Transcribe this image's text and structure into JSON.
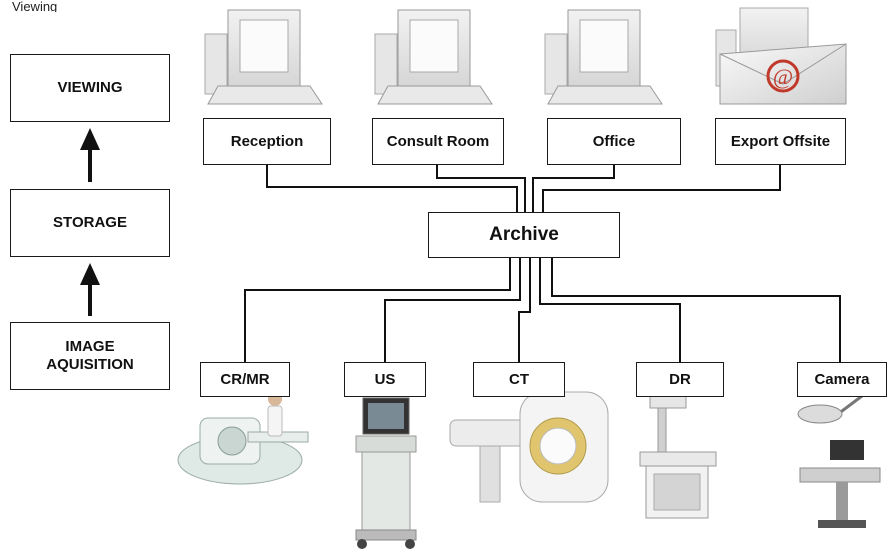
{
  "top_fragment": "Viewing",
  "workflow_stages": [
    {
      "key": "viewing",
      "label": "VIEWING"
    },
    {
      "key": "storage",
      "label": "STORAGE"
    },
    {
      "key": "acquisition",
      "label": "IMAGE\nAQUISITION"
    }
  ],
  "viewing_nodes": [
    {
      "key": "reception",
      "label": "Reception",
      "icon": "computer-icon"
    },
    {
      "key": "consult",
      "label": "Consult Room",
      "icon": "computer-icon"
    },
    {
      "key": "office",
      "label": "Office",
      "icon": "computer-icon"
    },
    {
      "key": "export",
      "label": "Export Offsite",
      "icon": "email-envelope-icon"
    }
  ],
  "archive": {
    "label": "Archive"
  },
  "modalities": [
    {
      "key": "crmr",
      "label": "CR/MR",
      "icon": "mri-scanner-icon"
    },
    {
      "key": "us",
      "label": "US",
      "icon": "ultrasound-cart-icon"
    },
    {
      "key": "ct",
      "label": "CT",
      "icon": "ct-scanner-icon"
    },
    {
      "key": "dr",
      "label": "DR",
      "icon": "digital-radiography-icon"
    },
    {
      "key": "camera",
      "label": "Camera",
      "icon": "surgical-camera-icon"
    }
  ],
  "email_symbol": "@",
  "colors": {
    "line": "#111111",
    "accent_red": "#c0392b"
  }
}
